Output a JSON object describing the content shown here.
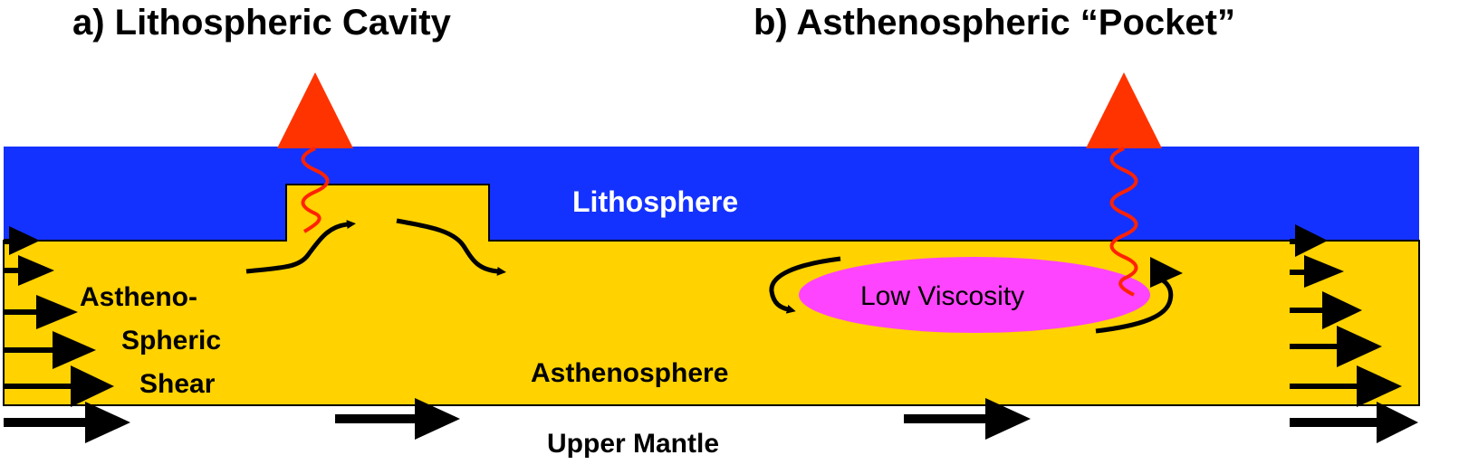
{
  "titles": {
    "a": "a) Lithospheric Cavity",
    "b": "b) Asthenospheric “Pocket”"
  },
  "labels": {
    "lithosphere": "Lithosphere",
    "asthenosphere": "Asthenosphere",
    "upper_mantle": "Upper Mantle",
    "shear_line1": "Astheno-",
    "shear_line2": "Spheric",
    "shear_line3": "Shear",
    "low_viscosity": "Low Viscosity"
  },
  "colors": {
    "lithosphere": "#1432FF",
    "asthenosphere": "#FFD200",
    "low_viscosity": "#FF44FF",
    "volcano": "#FF3300",
    "melt_path": "#FF2200",
    "arrows": "#000000"
  }
}
